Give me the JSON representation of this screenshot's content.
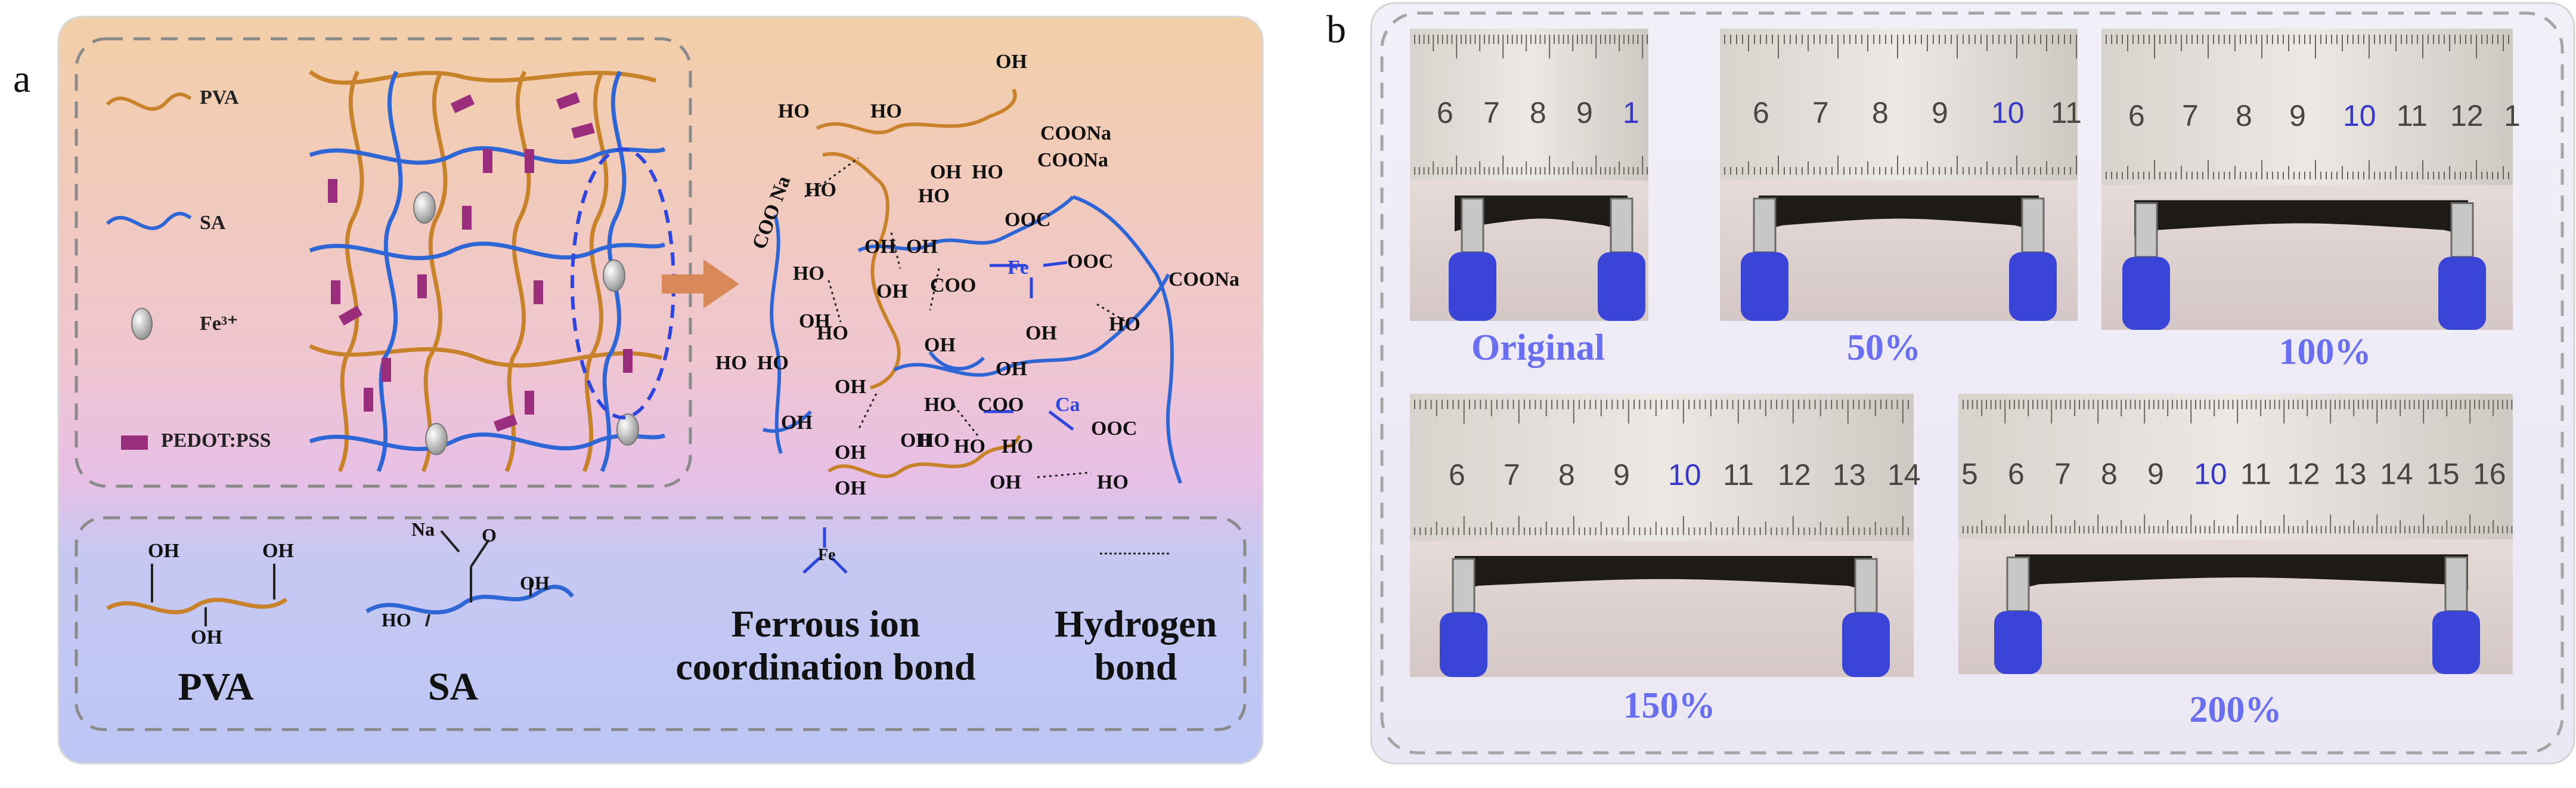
{
  "panels": {
    "a": "a",
    "b": "b"
  },
  "legend": {
    "pva": "PVA",
    "sa": "SA",
    "fe3": "Fe³⁺",
    "pedot": "PEDOT:PSS"
  },
  "bottom_legend": {
    "pva": "PVA",
    "sa": "SA",
    "ferrous_line1": "Ferrous ion",
    "ferrous_line2": "coordination bond",
    "hydrogen_line1": "Hydrogen",
    "hydrogen_line2": "bond",
    "sa_na": "Na",
    "sa_o": "O",
    "oh": "OH",
    "ho": "HO",
    "fe": "Fe"
  },
  "structure_labels": {
    "oh": "OH",
    "ho": "HO",
    "coona": "COONa",
    "coo": "COO",
    "ooc": "OOC",
    "fe": "Fe",
    "ca": "Ca",
    "coo_na": "COO Na"
  },
  "photos": {
    "captions": [
      "Original",
      "50%",
      "100%",
      "150%",
      "200%"
    ],
    "ruler_numbers_1": [
      "6",
      "7",
      "8",
      "9",
      "1"
    ],
    "ruler_numbers_2": [
      "6",
      "7",
      "8",
      "9",
      "10",
      "11"
    ],
    "ruler_numbers_3": [
      "6",
      "7",
      "8",
      "9",
      "10",
      "11",
      "12",
      "1"
    ],
    "ruler_numbers_4": [
      "6",
      "7",
      "8",
      "9",
      "10",
      "11",
      "12",
      "13",
      "14"
    ],
    "ruler_numbers_5": [
      "5",
      "6",
      "7",
      "8",
      "9",
      "10",
      "11",
      "12",
      "13",
      "14",
      "15",
      "16"
    ]
  },
  "colors": {
    "pva": "#c8822a",
    "sa": "#2f66d6",
    "pedot": "#9b2e7c",
    "fe": "#c7c7c7",
    "caption": "#6a6ef0",
    "ruler_highlight": "#3838c8"
  }
}
